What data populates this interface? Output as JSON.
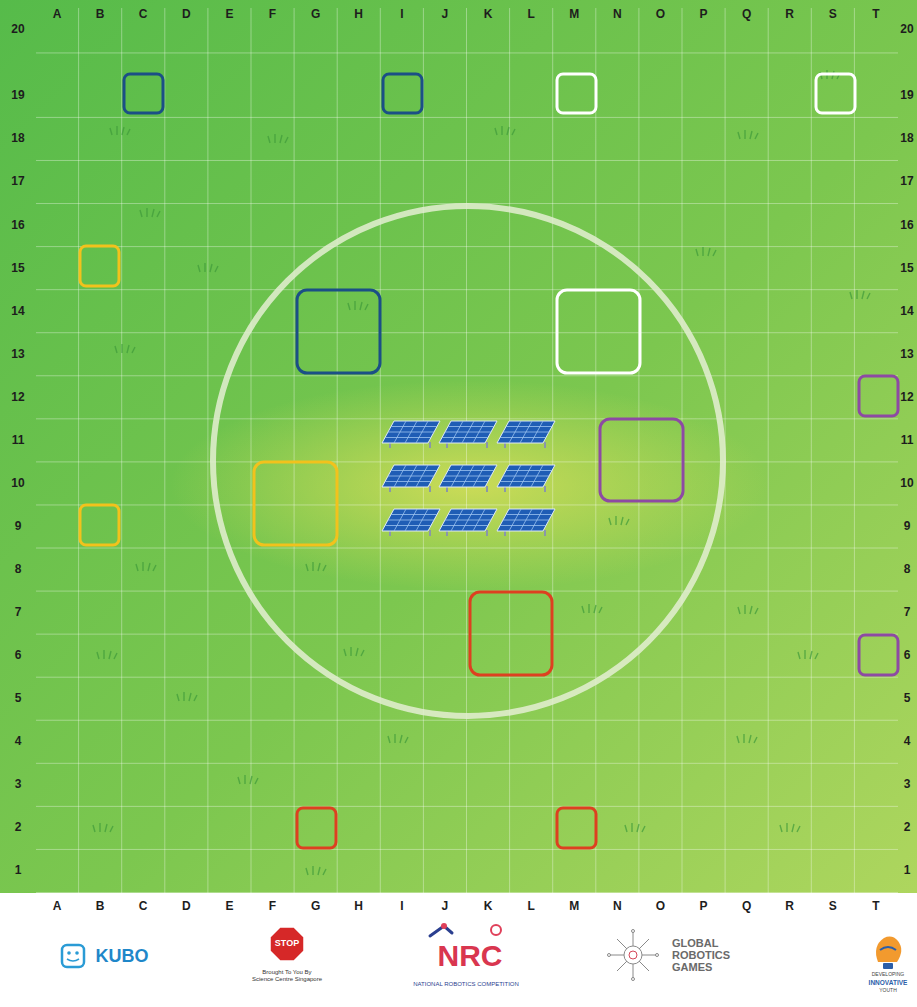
{
  "diagram": {
    "labels": [
      "A",
      "B",
      "C",
      "D",
      "E",
      "F",
      "G",
      "H",
      "I",
      "J",
      "K",
      "L",
      "M",
      "N",
      "O",
      "P",
      "Q",
      "R",
      "S",
      "T",
      "20",
      "19",
      "18",
      "17",
      "16",
      "15",
      "14",
      "13",
      "12",
      "11",
      "10",
      "9",
      "8",
      "7",
      "6",
      "5",
      "4",
      "3",
      "2",
      "1",
      "20",
      "19",
      "18",
      "17",
      "16",
      "15",
      "14",
      "13",
      "12",
      "11",
      "10",
      "9",
      "8",
      "7",
      "6",
      "5",
      "4",
      "3",
      "2",
      "1",
      "A",
      "B",
      "C",
      "D",
      "E",
      "F",
      "G",
      "H",
      "I",
      "J",
      "K",
      "L",
      "M",
      "N",
      "O",
      "P",
      "Q",
      "R",
      "S",
      "T",
      "KUBO",
      "STOP",
      "Brought To You By Science Centre Singapore",
      "NRC",
      "NATIONAL ROBOTICS COMPETITION",
      "GLOBAL ROBOTICS GAMES",
      "DEVELOPING",
      "INNOVATIVE",
      "YOUTH"
    ]
  }
}
